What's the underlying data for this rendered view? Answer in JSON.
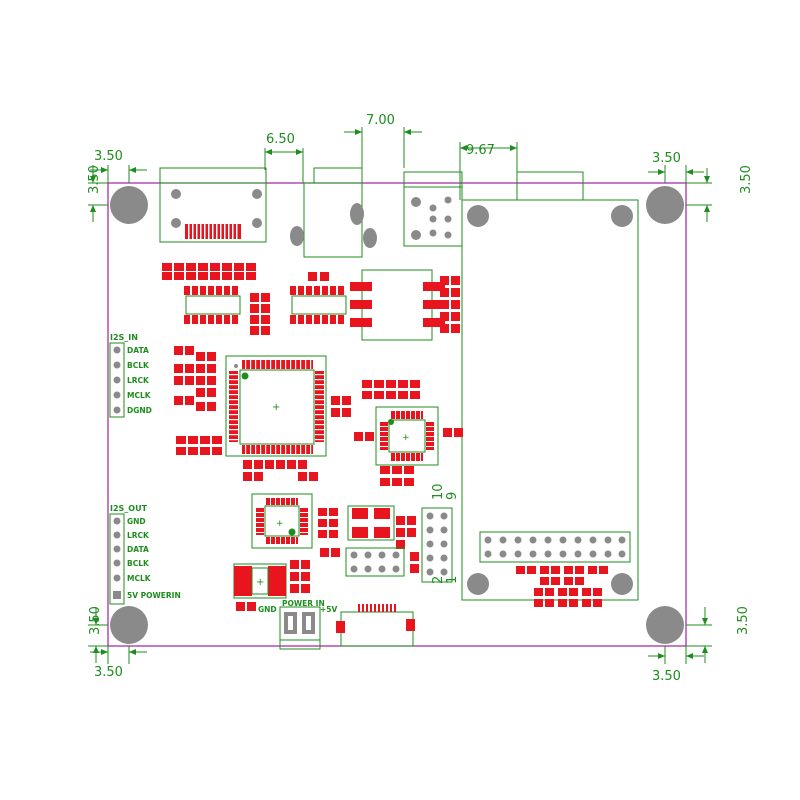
{
  "dimensions": {
    "top_left_h": "3.50",
    "top_left_v": "3.50",
    "connector_a": "6.50",
    "connector_b": "7.00",
    "connector_c": "9.67",
    "top_right_h": "3.50",
    "top_right_v": "3.50",
    "bottom_left_h": "3.50",
    "bottom_left_v": "3.50",
    "bottom_right_h": "3.50",
    "bottom_right_v": "3.50"
  },
  "i2s_in": {
    "title": "I2S_IN",
    "pins": [
      "DATA",
      "BCLK",
      "LRCK",
      "MCLK",
      "DGND"
    ]
  },
  "i2s_out": {
    "title": "I2S_OUT",
    "pins": [
      "GND",
      "LRCK",
      "DATA",
      "BCLK",
      "MCLK",
      "5V POWERIN"
    ]
  },
  "power": {
    "title": "POWER IN",
    "gnd": "GND",
    "plus5v": "+5V"
  },
  "header_numbers": {
    "top_a": "10",
    "top_b": "9",
    "bottom_a": "2",
    "bottom_b": "1"
  },
  "colors": {
    "board_outline": "#a020a0",
    "silkscreen": "#1e8c1e",
    "pad": "#e8141e",
    "mounting_hole": "#8a8a8a"
  }
}
